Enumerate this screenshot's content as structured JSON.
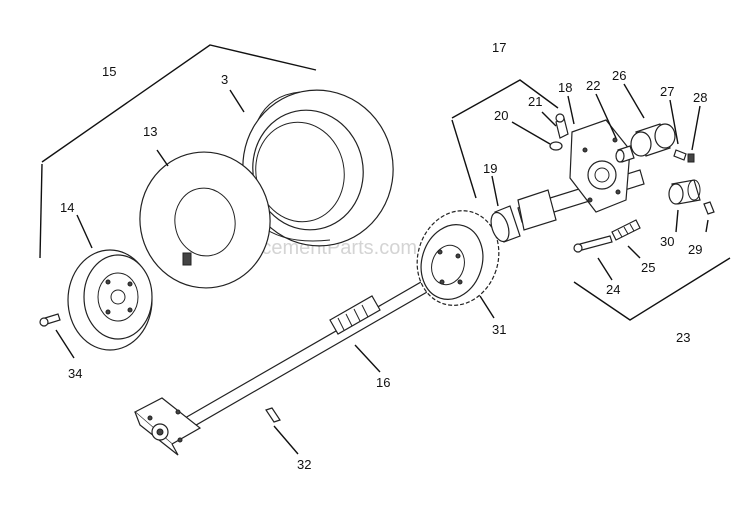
{
  "watermark": "eReplacementParts.com",
  "callouts": {
    "c3": "3",
    "c13": "13",
    "c14": "14",
    "c15": "15",
    "c16": "16",
    "c17": "17",
    "c18": "18",
    "c19": "19",
    "c20": "20",
    "c21": "21",
    "c22": "22",
    "c23": "23",
    "c24": "24",
    "c25": "25",
    "c26": "26",
    "c27": "27",
    "c28": "28",
    "c29": "29",
    "c30": "30",
    "c31": "31",
    "c32": "32",
    "c34": "34"
  }
}
